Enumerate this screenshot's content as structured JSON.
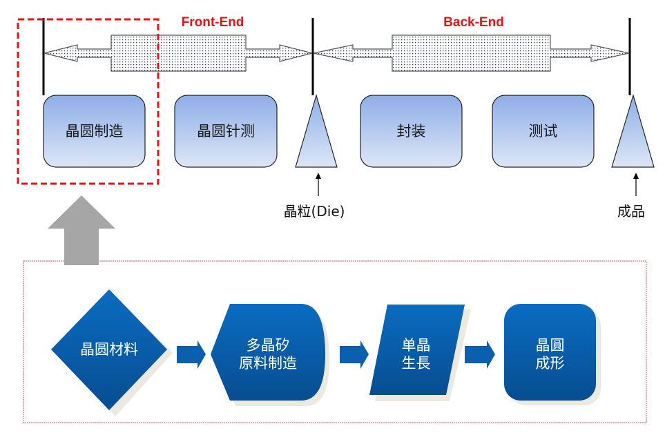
{
  "phases": {
    "front_end": "Front-End",
    "back_end": "Back-End"
  },
  "stages": [
    {
      "label": "晶圆制造",
      "highlighted": true
    },
    {
      "label": "晶圆针测",
      "highlighted": false
    },
    {
      "label": "封装",
      "highlighted": false
    },
    {
      "label": "测试",
      "highlighted": false
    }
  ],
  "markers": [
    {
      "label": "晶粒(Die)"
    },
    {
      "label": "成品"
    }
  ],
  "material_flow": [
    {
      "label": "晶圆材料",
      "shape": "diamond"
    },
    {
      "label": "多晶矽\n原料制造",
      "shape": "display"
    },
    {
      "label": "单晶\n生長",
      "shape": "parallelogram"
    },
    {
      "label": "晶圓\n成形",
      "shape": "rounded-rectangle"
    }
  ],
  "colors": {
    "highlight_border": "#ee1111",
    "phase_text": "#ee1111",
    "stage_fill_top": "#8eaee8",
    "stage_fill_bottom": "#dde6f6",
    "flow_fill_top": "#0a6cc0",
    "flow_fill_bottom": "#074d91",
    "shadow": "#ece9e0",
    "up_arrow": "#a6a6a6"
  }
}
